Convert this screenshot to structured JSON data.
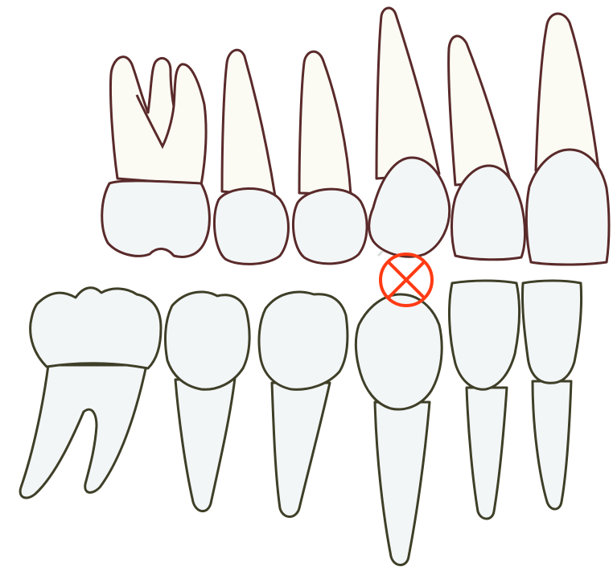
{
  "diagram": {
    "upper_teeth": [
      "first-molar",
      "second-premolar",
      "first-premolar",
      "canine",
      "lateral-incisor",
      "central-incisor"
    ],
    "lower_teeth": [
      "first-molar",
      "second-premolar",
      "first-premolar",
      "canine",
      "lateral-incisor",
      "central-incisor"
    ],
    "marker": {
      "icon": "circle-x-icon",
      "color": "#ff3b14"
    },
    "colors": {
      "upper_outline": "#5a2a2a",
      "lower_outline": "#3f3f28",
      "root_fill": "#fbfbf4",
      "crown_fill": "#f3f6f7"
    }
  }
}
